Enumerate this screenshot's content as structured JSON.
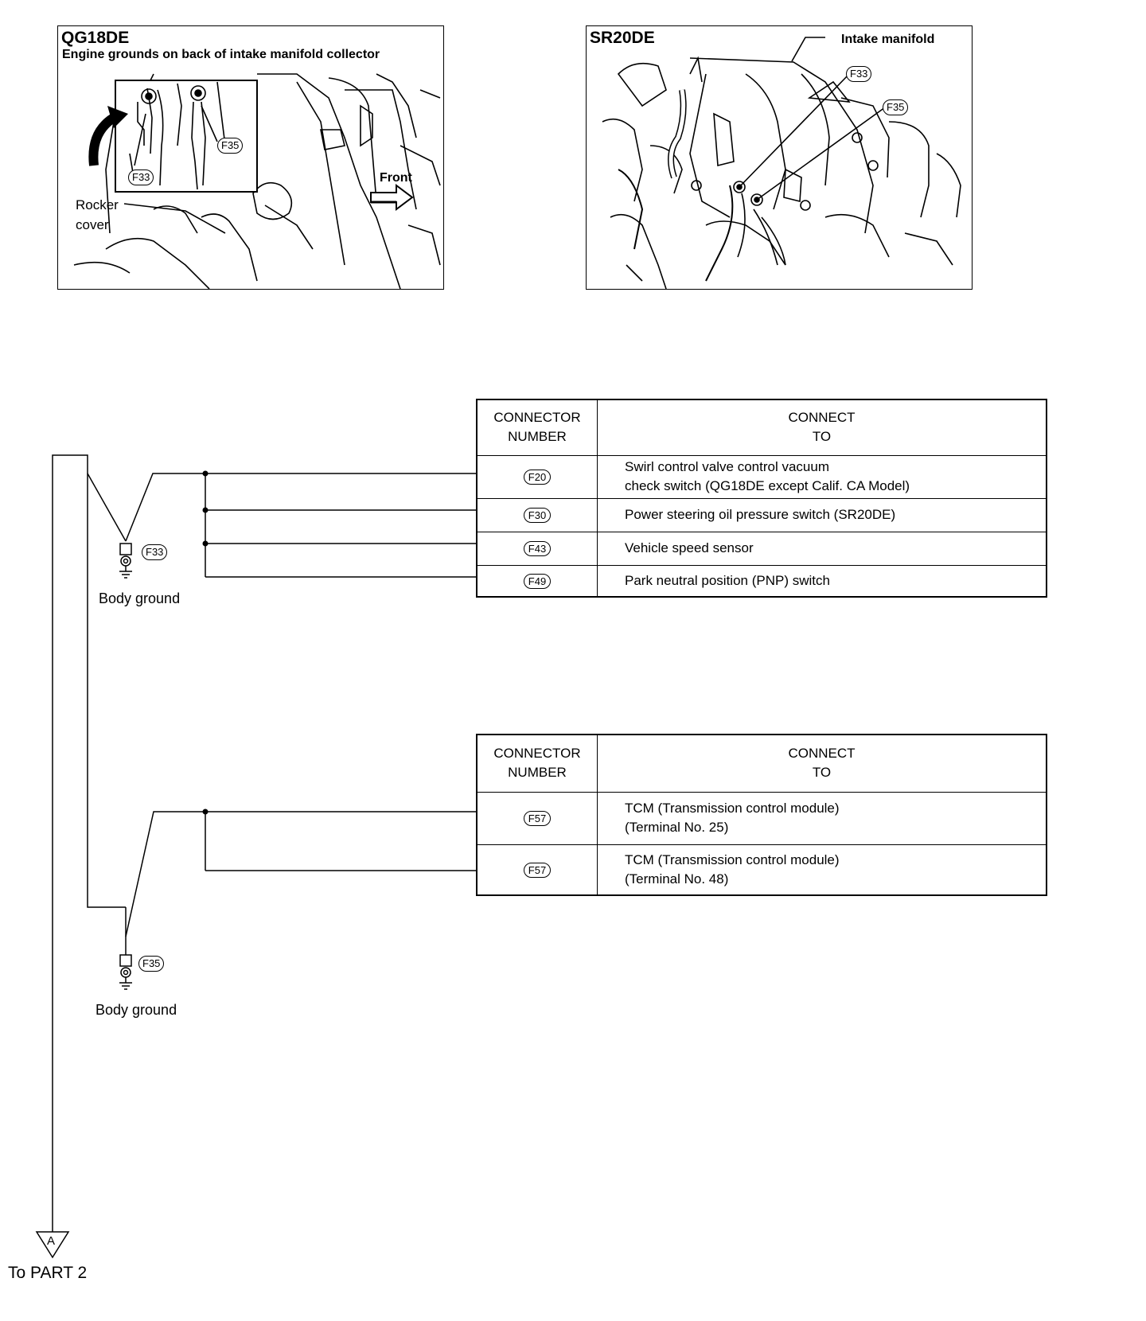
{
  "panels": {
    "qg": {
      "title": "QG18DE",
      "subtitle": "Engine grounds on back of intake manifold collector",
      "tags": [
        "F33",
        "F35"
      ],
      "front_label": "Front",
      "rocker_label_1": "Rocker",
      "rocker_label_2": "cover"
    },
    "sr": {
      "title": "SR20DE",
      "manifold_label": "Intake manifold",
      "tags": [
        "F33",
        "F35"
      ]
    }
  },
  "table1": {
    "header_num_1": "CONNECTOR",
    "header_num_2": "NUMBER",
    "header_to_1": "CONNECT",
    "header_to_2": "TO",
    "rows": [
      {
        "num": "F20",
        "desc_1": "Swirl control valve control vacuum",
        "desc_2": "check switch (QG18DE except Calif. CA Model)"
      },
      {
        "num": "F30",
        "desc_1": "Power steering oil pressure switch (SR20DE)",
        "desc_2": ""
      },
      {
        "num": "F43",
        "desc_1": "Vehicle speed sensor",
        "desc_2": ""
      },
      {
        "num": "F49",
        "desc_1": "Park neutral position (PNP) switch",
        "desc_2": ""
      }
    ]
  },
  "table2": {
    "header_num_1": "CONNECTOR",
    "header_num_2": "NUMBER",
    "header_to_1": "CONNECT",
    "header_to_2": "TO",
    "rows": [
      {
        "num": "F57",
        "desc_1": "TCM (Transmission control module)",
        "desc_2": "(Terminal No. 25)"
      },
      {
        "num": "F57",
        "desc_1": "TCM (Transmission control module)",
        "desc_2": "(Terminal No. 48)"
      }
    ]
  },
  "grounds": {
    "g1": {
      "tag": "F33",
      "label": "Body ground"
    },
    "g2": {
      "tag": "F35",
      "label": "Body ground"
    }
  },
  "offpage": {
    "letter": "A",
    "label": "To PART 2"
  }
}
